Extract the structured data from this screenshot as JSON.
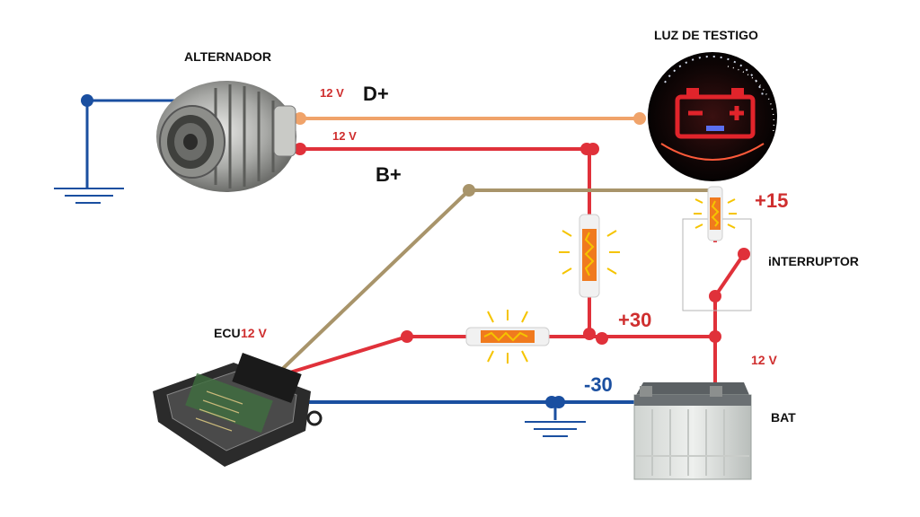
{
  "labels": {
    "alternator": "ALTERNADOR",
    "warning_light": "LUZ DE TESTIGO",
    "switch": "iNTERRUPTOR",
    "ecu": "ECU",
    "battery": "BAT",
    "d_plus": "D+",
    "b_plus": "B+",
    "plus_15": "+15",
    "plus_30": "+30",
    "minus_30": "-30",
    "v_d_plus": "12 V",
    "v_b_plus": "12 V",
    "v_ecu": "12 V",
    "v_bat": "12 V"
  },
  "colors": {
    "positive": "#e0313a",
    "ground": "#1a4fa0",
    "d_plus_wire": "#f0a36a",
    "ignition_wire": "#a8946a",
    "fuse_body": "#f07a1e",
    "fuse_glow": "#f5c400",
    "label_red": "#cf2e2e",
    "label_blue": "#1a4fa0"
  },
  "icons": {
    "alternator": "alternator-icon",
    "warning_light": "battery-warning-light-icon",
    "ecu": "ecu-module-icon",
    "battery": "car-battery-icon",
    "ground": "ground-symbol-icon",
    "fuse": "fuse-icon",
    "switch": "switch-icon"
  }
}
